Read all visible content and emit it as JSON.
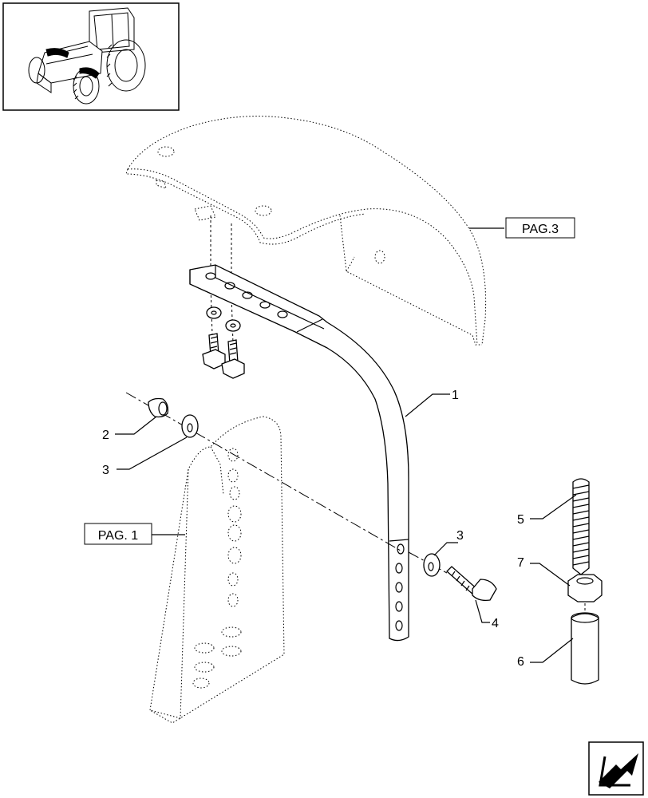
{
  "page_refs": [
    {
      "id": "pag3",
      "label": "PAG.3"
    },
    {
      "id": "pag1",
      "label": "PAG. 1"
    }
  ],
  "callouts": [
    {
      "id": "c1",
      "label": "1"
    },
    {
      "id": "c2",
      "label": "2"
    },
    {
      "id": "c3a",
      "label": "3"
    },
    {
      "id": "c3b",
      "label": "3"
    },
    {
      "id": "c4",
      "label": "4"
    },
    {
      "id": "c5",
      "label": "5"
    },
    {
      "id": "c6",
      "label": "6"
    },
    {
      "id": "c7",
      "label": "7"
    }
  ],
  "icons": {
    "thumbnail": "tractor-thumbnail-icon",
    "navigation": "next-page-arrow-icon"
  }
}
